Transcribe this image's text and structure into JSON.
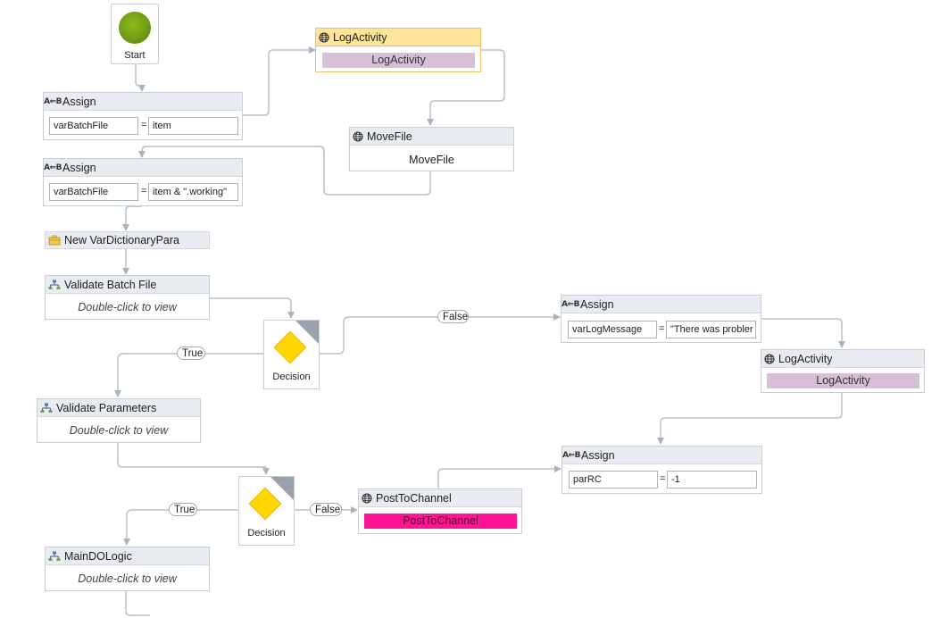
{
  "start": {
    "label": "Start"
  },
  "assign_batch_file": {
    "title": "Assign",
    "to": "varBatchFile",
    "eq": "=",
    "value": "item"
  },
  "assign_working": {
    "title": "Assign",
    "to": "varBatchFile",
    "eq": "=",
    "value": "item & \".working\""
  },
  "new_dictionary": {
    "title": "New VarDictionaryPara"
  },
  "validate_batch_file": {
    "title": "Validate Batch File",
    "body": "Double-click to view"
  },
  "log_activity_top": {
    "title": "LogActivity",
    "body": "LogActivity"
  },
  "move_file": {
    "title": "MoveFile",
    "body": "MoveFile"
  },
  "decision_1": {
    "label": "Decision",
    "true_label": "True",
    "false_label": "False"
  },
  "assign_log_message": {
    "title": "Assign",
    "to": "varLogMessage",
    "eq": "=",
    "value": "\"There was probler"
  },
  "log_activity_right": {
    "title": "LogActivity",
    "body": "LogActivity"
  },
  "validate_parameters": {
    "title": "Validate Parameters",
    "body": "Double-click to view"
  },
  "assign_par_rc": {
    "title": "Assign",
    "to": "parRC",
    "eq": "=",
    "value": "-1"
  },
  "decision_2": {
    "label": "Decision",
    "true_label": "True",
    "false_label": "False"
  },
  "post_to_channel": {
    "title": "PostToChannel",
    "body": "PostToChannel"
  },
  "main_do_logic": {
    "title": "MainDOLogic",
    "body": "Double-click to view"
  },
  "colors": {
    "canvas": "#ffffff",
    "header": "#e8ebef",
    "selected_header": "#fde49a",
    "log_body": "#d8bfd8",
    "post_body": "#ff1493",
    "decision": "#ffd700",
    "start": "#6f9a12",
    "connector": "#a9b4bf"
  }
}
